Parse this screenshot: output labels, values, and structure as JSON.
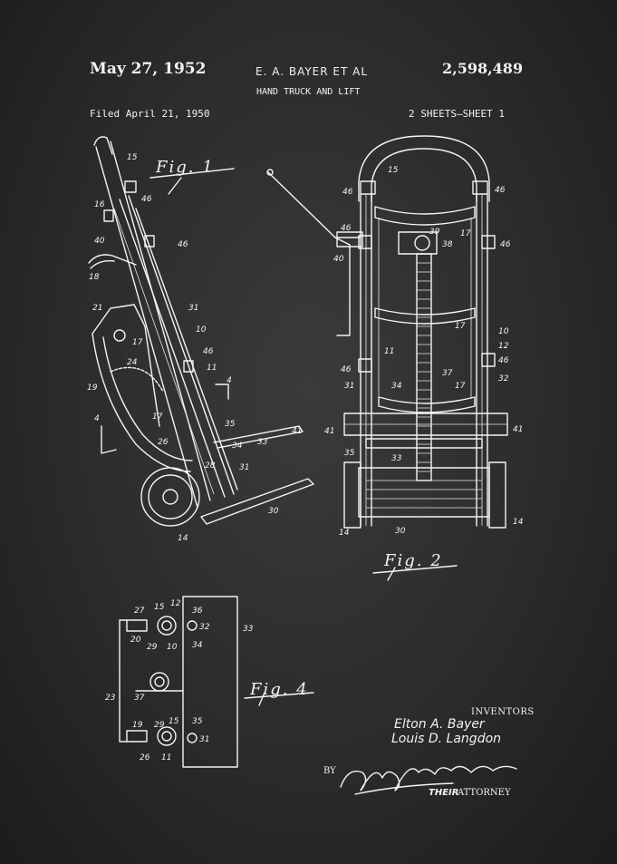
{
  "header": {
    "date": "May 27, 1952",
    "inventor_header": "E. A. BAYER ET AL",
    "patent_number": "2,598,489",
    "title": "HAND TRUCK AND LIFT",
    "filed": "Filed April 21, 1950",
    "sheets": "2 SHEETS—SHEET 1"
  },
  "figures": {
    "fig1": {
      "label": "Fig. 1",
      "refs": [
        "15",
        "16",
        "46",
        "40",
        "18",
        "46",
        "21",
        "31",
        "10",
        "17",
        "24",
        "46",
        "11",
        "19",
        "4",
        "17",
        "4",
        "35",
        "41",
        "33",
        "34",
        "26",
        "28",
        "31",
        "30",
        "14"
      ]
    },
    "fig2": {
      "label": "Fig. 2",
      "refs": [
        "15",
        "46",
        "46",
        "46",
        "17",
        "46",
        "39",
        "38",
        "40",
        "17",
        "10",
        "12",
        "46",
        "46",
        "11",
        "31",
        "37",
        "32",
        "34",
        "17",
        "41",
        "41",
        "35",
        "33",
        "14",
        "30",
        "14"
      ]
    },
    "fig4": {
      "label": "Fig. 4",
      "refs": [
        "27",
        "15",
        "12",
        "36",
        "20",
        "29",
        "10",
        "32",
        "34",
        "33",
        "23",
        "37",
        "19",
        "29",
        "15",
        "35",
        "26",
        "11",
        "31"
      ]
    }
  },
  "signature": {
    "inventors_label": "INVENTORS",
    "inventor_1": "Elton A. Bayer",
    "inventor_2": "Louis D. Langdon",
    "by_label": "BY",
    "their_label": "THEIR",
    "attorney_label": "ATTORNEY"
  },
  "colors": {
    "background": "#2b2b2b",
    "ink": "#f4f4f4"
  }
}
